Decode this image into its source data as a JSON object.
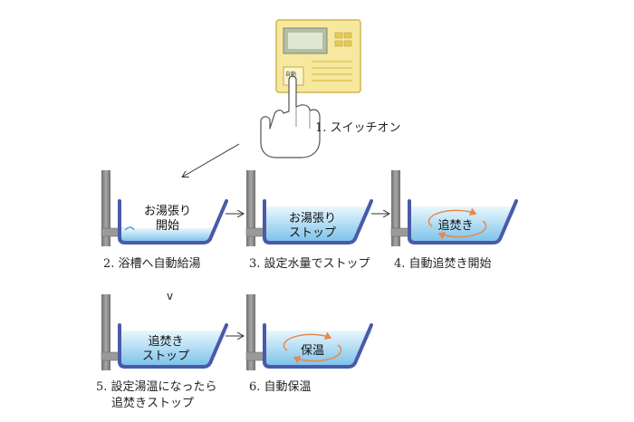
{
  "step1": {
    "label": "1. スイッチオン",
    "button_label": "自動",
    "colors": {
      "panel_fill": "#f6e89e",
      "panel_border": "#d4b54a",
      "screen": "#a7b29a"
    }
  },
  "steps": [
    {
      "id": "step2",
      "caption": "2. 浴槽へ自動給湯",
      "tub_lines": [
        "お湯張り",
        "開始"
      ],
      "water": "low"
    },
    {
      "id": "step3",
      "caption": "3. 設定水量でストップ",
      "tub_lines": [
        "お湯張り",
        "ストップ"
      ],
      "water": "full"
    },
    {
      "id": "step4",
      "caption": "4. 自動追焚き開始",
      "tub_lines": [
        "追焚き"
      ],
      "water": "full-circulating"
    },
    {
      "id": "step5",
      "caption_lines": [
        "5. 設定湯温になったら",
        "追焚きストップ"
      ],
      "tub_lines": [
        "追焚き",
        "ストップ"
      ],
      "water": "full"
    },
    {
      "id": "step6",
      "caption": "6. 自動保温",
      "tub_lines": [
        "保温"
      ],
      "water": "full-circulating"
    }
  ],
  "down_marker": "v",
  "colors": {
    "tub_outline": "#4a5aa8",
    "water_top": "#e8f6fd",
    "water_bottom": "#7fc4ec",
    "pipe": "#8c8c8c",
    "circulation_arrow": "#e8884a"
  }
}
